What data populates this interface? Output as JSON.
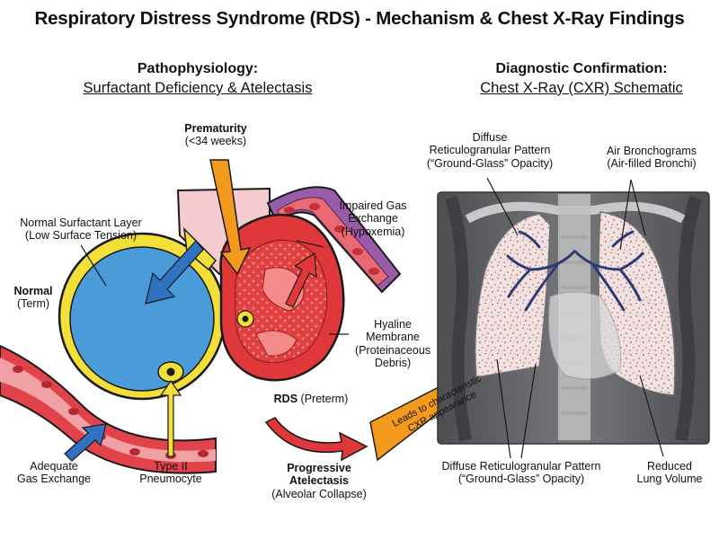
{
  "title": "Respiratory Distress Syndrome (RDS) - Mechanism & Chest X-Ray Findings",
  "left_panel": {
    "heading": "Pathophysiology:",
    "subheading": "Surfactant Deficiency & Atelectasis",
    "labels": {
      "prematurity_title": "Prematurity",
      "prematurity_detail": "(<34 weeks)",
      "normal_surfactant_1": "Normal Surfactant Layer",
      "normal_surfactant_2": "(Low Surface Tension)",
      "normal_title": "Normal",
      "normal_detail": "(Term)",
      "impaired_1": "Impaired Gas",
      "impaired_2": "Exchange",
      "impaired_3": "(Hypoxemia)",
      "hyaline_1": "Hyaline",
      "hyaline_2": "Membrane",
      "hyaline_3": "(Proteinaceous",
      "hyaline_4": "Debris)",
      "rds_title": "RDS",
      "rds_detail": "(Preterm)",
      "adequate_1": "Adequate",
      "adequate_2": "Gas Exchange",
      "type2_1": "Type II",
      "type2_2": "Pneumocyte",
      "progressive_1": "Progressive",
      "progressive_2": "Atelectasis",
      "progressive_3": "(Alveolar Collapse)",
      "leads_1": "Leads to characteristic",
      "leads_2": "CXR appearance"
    }
  },
  "right_panel": {
    "heading": "Diagnostic Confirmation:",
    "subheading": "Chest X-Ray (CXR) Schematic",
    "labels": {
      "diffuse_top_1": "Diffuse",
      "diffuse_top_2": "Reticulogranular Pattern",
      "diffuse_top_3": "(“Ground-Glass” Opacity)",
      "air_1": "Air Bronchograms",
      "air_2": "(Air-filled Bronchi)",
      "diffuse_bottom_1": "Diffuse Reticulogranular Pattern",
      "diffuse_bottom_2": "(“Ground-Glass” Opacity)",
      "reduced_1": "Reduced",
      "reduced_2": "Lung Volume"
    }
  },
  "colors": {
    "alveolus_fluid": "#4a9bd8",
    "surfactant_layer": "#f3df3a",
    "rds_alveolus": "#e0373a",
    "prematurity_arrow": "#f39a1c",
    "leads_arrow": "#f39a1c",
    "blood_vessel": "#e0434a",
    "oxygen_arrow": "#2f72c0",
    "film_background": "#5f6063",
    "lung_field": "#efe3e1",
    "bronchi": "#2e3a78"
  }
}
